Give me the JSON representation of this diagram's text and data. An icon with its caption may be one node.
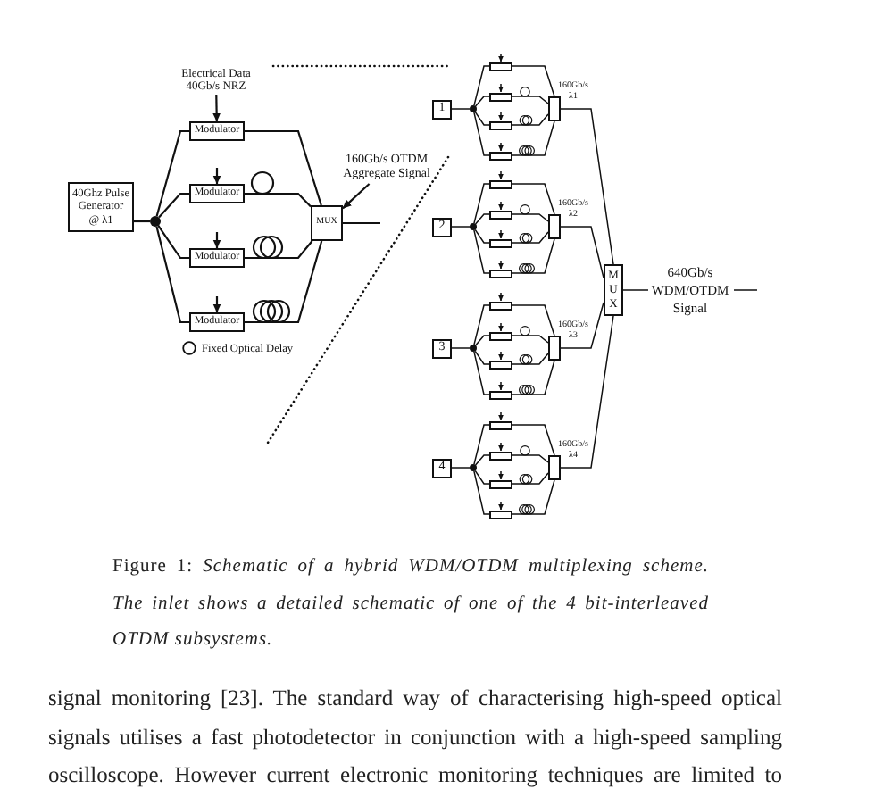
{
  "diagram": {
    "caption": "Figure 1: *Schematic of a hybrid WDM/OTDM multiplexing scheme. The inlet shows a detailed schematic of one of the 4 bit-interleaved OTDM subsystems.*",
    "nodes": [
      {
        "text": [
          "Electrical Data 40Gb/s NRZ"
        ]
      },
      {
        "text": [
          "40Ghz Pulse Generator @ λ1"
        ]
      },
      {
        "text": [],
        "shape": "circle"
      },
      {
        "text": [
          "Modulator"
        ]
      },
      {
        "text": [
          "Modulator"
        ]
      },
      {
        "text": [
          "Modulator"
        ]
      },
      {
        "text": [
          "Modulator"
        ]
      },
      {
        "text": [
          "MUX"
        ]
      },
      {
        "text": [
          "160Gb/s OTDM Aggregate Signal"
        ]
      },
      {
        "text": [
          "1"
        ]
      },
      {
        "text": [],
        "shape": "circle"
      },
      {
        "text": [],
        "shape": "box"
      },
      {
        "text": [],
        "shape": "box"
      },
      {
        "text": [],
        "shape": "box"
      },
      {
        "text": [],
        "shape": "box"
      },
      {
        "text": [],
        "shape": "box",
        "beside": [
          "160Gb/s λ1"
        ]
      },
      {
        "text": [
          "2"
        ]
      },
      {
        "text": [],
        "shape": "circle"
      },
      {
        "text": [],
        "shape": "box"
      },
      {
        "text": [],
        "shape": "box"
      },
      {
        "text": [],
        "shape": "box"
      },
      {
        "text": [],
        "shape": "box"
      },
      {
        "text": [],
        "shape": "box",
        "beside": [
          "160Gb/s λ2"
        ]
      },
      {
        "text": [
          "3"
        ]
      },
      {
        "text": [],
        "shape": "circle"
      },
      {
        "text": [],
        "shape": "box"
      },
      {
        "text": [],
        "shape": "box"
      },
      {
        "text": [],
        "shape": "box"
      },
      {
        "text": [],
        "shape": "box"
      },
      {
        "text": [],
        "shape": "box",
        "beside": [
          "160Gb/s λ3"
        ]
      },
      {
        "text": [
          "4"
        ]
      },
      {
        "text": [],
        "shape": "circle"
      },
      {
        "text": [],
        "shape": "box"
      },
      {
        "text": [],
        "shape": "box"
      },
      {
        "text": [],
        "shape": "box"
      },
      {
        "text": [],
        "shape": "box"
      },
      {
        "text": [],
        "shape": "box",
        "beside": [
          "160Gb/s λ4"
        ]
      },
      {
        "text": [
          "M U X"
        ]
      }
    ],
    "edges": [
      {
        "from": 0,
        "to": 3,
        "arrow": "to"
      },
      {
        "from": null,
        "to": 4,
        "arrow": "to"
      },
      {
        "from": null,
        "to": 5,
        "arrow": "to"
      },
      {
        "from": null,
        "to": 6,
        "arrow": "to"
      },
      {
        "from": 1,
        "to": 2,
        "arrow": "none"
      },
      {
        "from": 2,
        "to": 3,
        "arrow": "none"
      },
      {
        "from": 2,
        "to": 4,
        "arrow": "none"
      },
      {
        "from": 2,
        "to": 5,
        "arrow": "none"
      },
      {
        "from": 2,
        "to": 6,
        "arrow": "none"
      },
      {
        "from": 3,
        "to": 7,
        "arrow": "none"
      },
      {
        "from": 4,
        "to": 7,
        "arrow": "none"
      },
      {
        "from": 5,
        "to": 7,
        "arrow": "none"
      },
      {
        "from": 6,
        "to": 7,
        "arrow": "none"
      },
      {
        "from": 7,
        "to": null,
        "arrow": "none"
      },
      {
        "from": 8,
        "to": 7,
        "arrow": "to"
      },
      {
        "from": 9,
        "to": 10,
        "arrow": "none"
      },
      {
        "from": 10,
        "to": 11,
        "arrow": "none"
      },
      {
        "from": 10,
        "to": 12,
        "arrow": "none"
      },
      {
        "from": 10,
        "to": 13,
        "arrow": "none"
      },
      {
        "from": 10,
        "to": 14,
        "arrow": "none"
      },
      {
        "from": null,
        "to": 11,
        "arrow": "to"
      },
      {
        "from": null,
        "to": 12,
        "arrow": "to"
      },
      {
        "from": null,
        "to": 13,
        "arrow": "to"
      },
      {
        "from": null,
        "to": 14,
        "arrow": "to"
      },
      {
        "from": 11,
        "to": 15,
        "arrow": "none"
      },
      {
        "from": 12,
        "to": 15,
        "arrow": "none"
      },
      {
        "from": 13,
        "to": 15,
        "arrow": "none"
      },
      {
        "from": 14,
        "to": 15,
        "arrow": "none"
      },
      {
        "from": 15,
        "to": 37,
        "arrow": "none"
      },
      {
        "from": 16,
        "to": 17,
        "arrow": "none"
      },
      {
        "from": 17,
        "to": 18,
        "arrow": "none"
      },
      {
        "from": 17,
        "to": 19,
        "arrow": "none"
      },
      {
        "from": 17,
        "to": 20,
        "arrow": "none"
      },
      {
        "from": 17,
        "to": 21,
        "arrow": "none"
      },
      {
        "from": null,
        "to": 18,
        "arrow": "to"
      },
      {
        "from": null,
        "to": 19,
        "arrow": "to"
      },
      {
        "from": null,
        "to": 20,
        "arrow": "to"
      },
      {
        "from": null,
        "to": 21,
        "arrow": "to"
      },
      {
        "from": 18,
        "to": 22,
        "arrow": "none"
      },
      {
        "from": 19,
        "to": 22,
        "arrow": "none"
      },
      {
        "from": 20,
        "to": 22,
        "arrow": "none"
      },
      {
        "from": 21,
        "to": 22,
        "arrow": "none"
      },
      {
        "from": 22,
        "to": 37,
        "arrow": "none"
      },
      {
        "from": 23,
        "to": 24,
        "arrow": "none"
      },
      {
        "from": 24,
        "to": 25,
        "arrow": "none"
      },
      {
        "from": 24,
        "to": 26,
        "arrow": "none"
      },
      {
        "from": 24,
        "to": 27,
        "arrow": "none"
      },
      {
        "from": 24,
        "to": 28,
        "arrow": "none"
      },
      {
        "from": null,
        "to": 25,
        "arrow": "to"
      },
      {
        "from": null,
        "to": 26,
        "arrow": "to"
      },
      {
        "from": null,
        "to": 27,
        "arrow": "to"
      },
      {
        "from": null,
        "to": 28,
        "arrow": "to"
      },
      {
        "from": 25,
        "to": 29,
        "arrow": "none"
      },
      {
        "from": 26,
        "to": 29,
        "arrow": "none"
      },
      {
        "from": 27,
        "to": 29,
        "arrow": "none"
      },
      {
        "from": 28,
        "to": 29,
        "arrow": "none"
      },
      {
        "from": 29,
        "to": 37,
        "arrow": "none"
      },
      {
        "from": 30,
        "to": 31,
        "arrow": "none"
      },
      {
        "from": 31,
        "to": 32,
        "arrow": "none"
      },
      {
        "from": 31,
        "to": 33,
        "arrow": "none"
      },
      {
        "from": 31,
        "to": 34,
        "arrow": "none"
      },
      {
        "from": 31,
        "to": 35,
        "arrow": "none"
      },
      {
        "from": null,
        "to": 32,
        "arrow": "to"
      },
      {
        "from": null,
        "to": 33,
        "arrow": "to"
      },
      {
        "from": null,
        "to": 34,
        "arrow": "to"
      },
      {
        "from": null,
        "to": 35,
        "arrow": "to"
      },
      {
        "from": 32,
        "to": 36,
        "arrow": "none"
      },
      {
        "from": 33,
        "to": 36,
        "arrow": "none"
      },
      {
        "from": 34,
        "to": 36,
        "arrow": "none"
      },
      {
        "from": 35,
        "to": 36,
        "arrow": "none"
      },
      {
        "from": 36,
        "to": 37,
        "arrow": "none"
      },
      {
        "from": 37,
        "to": null,
        "arrow": "none",
        "label": "640Gb/s WDM/OTDM Signal"
      }
    ],
    "labels": [
      "signal monitoring [23]. The standard way of characterising high-speed optical signals utilises a fast photodetector in conjunction with a high-speed sampling oscilloscope. However current electronic monitoring techniques are limited to"
    ],
    "legend": [
      {
        "text": "Fixed Optical Delay"
      }
    ]
  }
}
